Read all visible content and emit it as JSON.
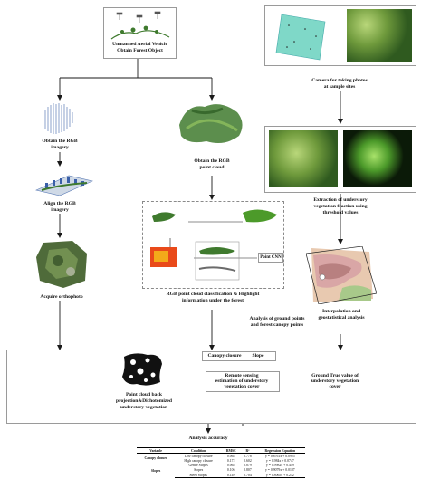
{
  "uav": {
    "title_line1": "Unmanned Aerial Vehicle",
    "title_line2": "Obtain Forest Object"
  },
  "camera": {
    "line1": "Camera for taking photos",
    "line2": "at sample sites"
  },
  "rgb_imagery": {
    "line1": "Obtain the RGB",
    "line2": "imagery"
  },
  "rgb_point_cloud": {
    "line1": "Obtain the RGB",
    "line2": "point cloud"
  },
  "align": {
    "line1": "Align the RGB",
    "line2": "imagery"
  },
  "orthophoto": {
    "label": "Acquire orthophoto"
  },
  "extraction": {
    "line1": "Extraction of understory",
    "line2": "vegetation fraction using",
    "line3": "threshold values"
  },
  "classification": {
    "point_cnn": "Point CNN",
    "line1": "RGB point cloud classification & Highlight",
    "line2": "information under the forest"
  },
  "interpolation": {
    "line1": "Interpolation and",
    "line2": "geostatistical analysis"
  },
  "ground_points": {
    "line1": "Analysis of ground points",
    "line2": "and forest canopy points"
  },
  "analysis_box": {
    "canopy_closure": "Canopy closure",
    "slope": "Slope",
    "remote_line1": "Remote sensing",
    "remote_line2": "estimation of understory",
    "remote_line3": "vegetation cover",
    "ground_line1": "Ground True value of",
    "ground_line2": "understory vegetation",
    "ground_line3": "cover"
  },
  "projection": {
    "line1": "Point cloud back",
    "line2": "projection&Dichotomized",
    "line3": "understory vegetation"
  },
  "accuracy": {
    "title": "Analysis accuracy"
  },
  "table": {
    "headers": [
      "Variable",
      "Condition",
      "RMSE",
      "R²",
      "Regression Equation"
    ],
    "groups": [
      {
        "variable": "Canopy closure",
        "rows": [
          {
            "condition": "Low canopy closure",
            "rmse": "0.068",
            "r2": "0.778",
            "eq": "y = 0.8761x + 0.0925"
          },
          {
            "condition": "High canopy closure",
            "rmse": "0.172",
            "r2": "0.602",
            "eq": "y = 0.984x + 0.0747"
          }
        ]
      },
      {
        "variable": "Slopes",
        "rows": [
          {
            "condition": "Gentle Slopes",
            "rmse": "0.065",
            "r2": "0.879",
            "eq": "y = 0.9982x + 0.449"
          },
          {
            "condition": "Slopes",
            "rmse": "0.106",
            "r2": "0.807",
            "eq": "y = 0.9079x + 0.0187"
          },
          {
            "condition": "Steep Slopes",
            "rmse": "0.149",
            "r2": "0.704",
            "eq": "y = 0.8065x + 0.212"
          }
        ]
      }
    ]
  },
  "colors": {
    "arrow": "#1a1a1a",
    "border": "#9a9a9a",
    "vegetation": "#3f7a2e",
    "grass_light": "#b9d77a",
    "point_cloud_blue": "#5b7bb5",
    "teal_plot": "#7fd8c8",
    "map_pink": "#d9a6a6"
  }
}
